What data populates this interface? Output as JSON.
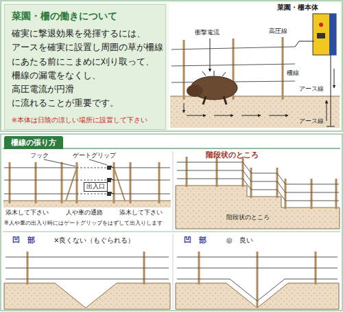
{
  "diagram": {
    "nodes": [
      {
        "text": [
          "菜園・柵の働きについて",
          "確実に撃退効果を発揮するには、 アースを確実に設置し周囲の草が柵線 にあたる前にこまめに刈り取って、 柵線の漏電をなくし、高圧電流が円滑 に流れることが重要です。",
          "※本体は日陰の涼しい場所に設置して下さい"
        ]
      },
      {
        "text": [
          "柵線の張り方"
        ]
      },
      {
        "text": [
          "出入口"
        ]
      }
    ],
    "labels": [
      "菜園・柵本体",
      "高圧線",
      "衝撃電流",
      "柵線",
      "アース線",
      "アース線",
      "フック",
      "ゲートグリップ",
      "添木して下さい",
      "人や車の通路",
      "添木して下さい",
      "※人や車の出入り時にはゲートグリップをはずして出入りします",
      "階段状のところ",
      "階段状のところ",
      "凹　部",
      "×良くない（もぐられる）",
      "凹　部",
      "◎　良い"
    ]
  }
}
